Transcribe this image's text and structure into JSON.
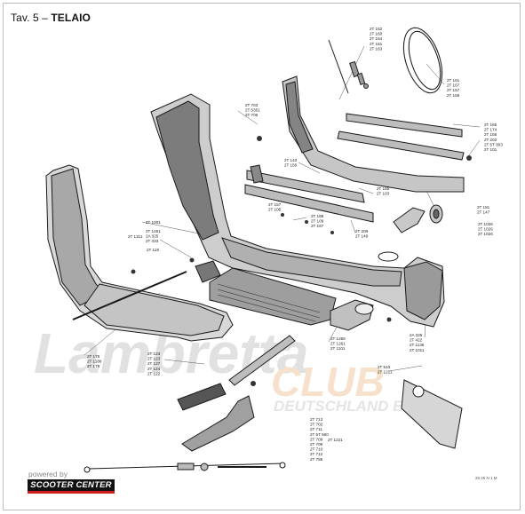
{
  "header": {
    "prefix": "Tav. 5 – ",
    "title": "TELAIO"
  },
  "watermark": {
    "brand": "Lambretta",
    "club": "CLUB",
    "sub": "DEUTSCHLAND E.V."
  },
  "branding": {
    "powered_by": "powered by",
    "logo_text": "SCOOTER CENTER"
  },
  "footer": {
    "page": "25",
    "code": "25 N 1 M"
  },
  "labels": {
    "top_hardware": [
      "2T 162",
      "2T 160",
      "2T 164",
      "2T 161",
      "2T 163"
    ],
    "hoop": [
      "2T 161",
      "2T 167",
      "2T 157",
      "2T 158"
    ],
    "seat_mount": [
      "2T 703",
      "2T 5351",
      "2T 706"
    ],
    "right_rails": [
      "2T 165",
      "2T 174",
      "2T 156",
      "2T 202",
      "2T 5T 303",
      "2T 101"
    ],
    "floor_rails": [
      "2T 143",
      "2T 156"
    ],
    "mid_bracket": [
      "2T 165",
      "2T 103"
    ],
    "mid_left": [
      "2T 157",
      "2T 105"
    ],
    "centre_small": [
      "2T 188",
      "2T 109",
      "2T 167"
    ],
    "right_bracket": [
      "2T 181",
      "2T 147"
    ],
    "fork_parts": [
      "2T 1026",
      "2T 1026",
      "2T 1026"
    ],
    "frame_main": [
      "2T 1001"
    ],
    "plate": [
      "2T 1311"
    ],
    "bolts_left": [
      "2T 1251",
      "2A 325",
      "2T 433"
    ],
    "bolt_118": [
      "2T 118"
    ],
    "centre_pins": [
      "2T 208",
      "2T 149"
    ],
    "footboard": [
      "2T 176",
      "2T 1186",
      "2T 178"
    ],
    "stand_group": [
      "2T 123",
      "2T 123",
      "2T 127",
      "2T 124",
      "2T 122"
    ],
    "engine_mount": [
      "2T 1256",
      "2T 1261",
      "2T 1101"
    ],
    "mount_right": [
      "2A 325",
      "2T 422",
      "2T 1136",
      "2T 1011"
    ],
    "stand_right": [
      "2T 510",
      "2T 1211"
    ],
    "parts_list": [
      "2T 713",
      "2T 702",
      "2T 711",
      "2T 5T 560",
      "2T 709",
      "2T 709",
      "2T 710",
      "2T 712",
      "2T 785"
    ],
    "parts_list_side": [
      "2T 1221"
    ]
  }
}
